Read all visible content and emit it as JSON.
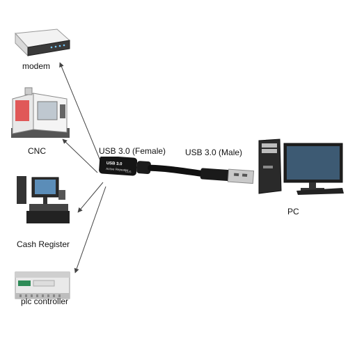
{
  "devices": {
    "modem": "modem",
    "cnc": "CNC",
    "cash_register": "Cash Register",
    "plc": "plc controller",
    "pc": "PC"
  },
  "cable": {
    "female_label": "USB 3.0 (Female)",
    "male_label": "USB 3.0 (Male)",
    "module_text_1": "USB 3.0",
    "module_text_2": "Active Repeater",
    "module_brand": "CUS"
  },
  "colors": {
    "arrow": "#444444",
    "cable": "#111111",
    "plc_green": "#2e8b57"
  },
  "icons": [
    "modem-image",
    "cnc-machine-image",
    "cash-register-image",
    "plc-controller-image",
    "pc-image",
    "usb-repeater-cable"
  ]
}
